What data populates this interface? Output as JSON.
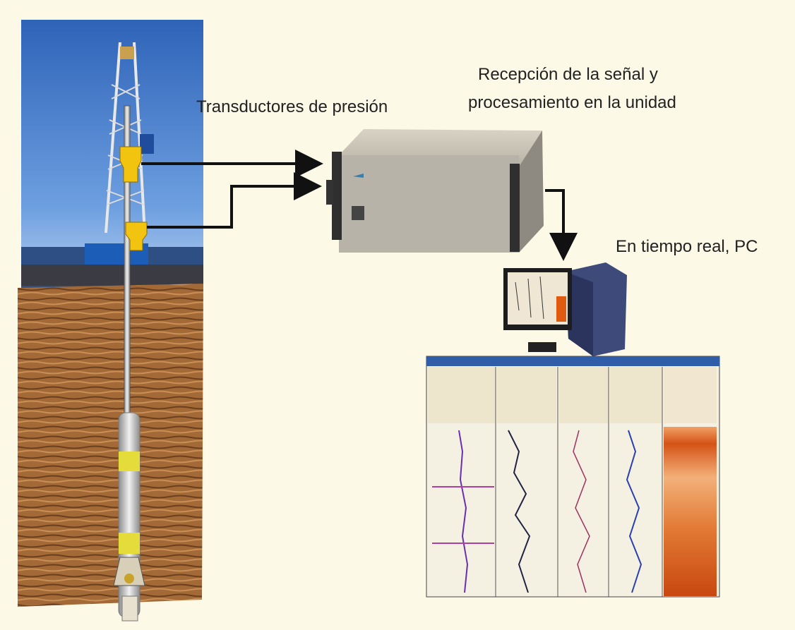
{
  "labels": {
    "transducers": "Transductores de presión",
    "reception_line1": "Recepción de la señal y",
    "reception_line2": "procesamiento en la unidad",
    "realtime": "En tiempo real, PC"
  },
  "colors": {
    "background": "#fdf9e7",
    "sky": "#5b8fd6",
    "earth": "#a9703c",
    "sensor": "#f2c40f",
    "arrow": "#111111",
    "unit": "#c9c4b8",
    "log_heat": "#d8571b"
  },
  "icons": {
    "rig": "drilling-rig-icon",
    "sensor": "pressure-transducer-icon",
    "unit": "acquisition-unit-icon",
    "computer": "desktop-pc-icon",
    "log": "well-log-chart-icon"
  }
}
